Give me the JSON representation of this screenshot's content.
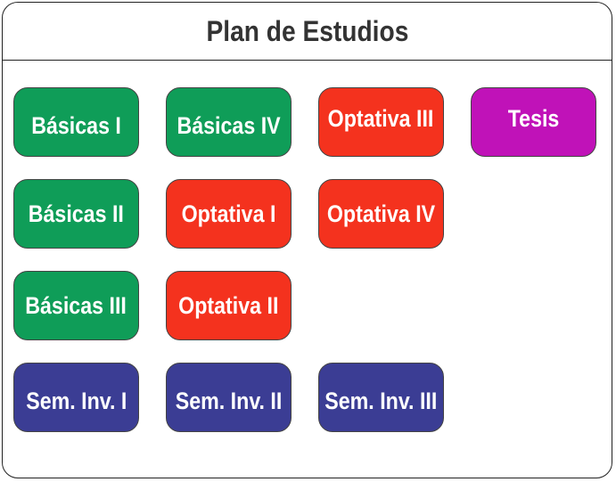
{
  "title": "Plan de Estudios",
  "colors": {
    "basicas": "#0f9d58",
    "optativa": "#f4321e",
    "seminario": "#3b3d94",
    "tesis": "#c012b8"
  },
  "courses": {
    "basicas_1": "Básicas I",
    "basicas_2": "Básicas II",
    "basicas_3": "Básicas III",
    "basicas_4": "Básicas IV",
    "optativa_1": "Optativa I",
    "optativa_2": "Optativa II",
    "optativa_3": "Optativa III",
    "optativa_4": "Optativa IV",
    "sem_inv_1": "Sem. Inv. I",
    "sem_inv_2": "Sem. Inv. II",
    "sem_inv_3": "Sem. Inv. III",
    "tesis": "Tesis"
  }
}
